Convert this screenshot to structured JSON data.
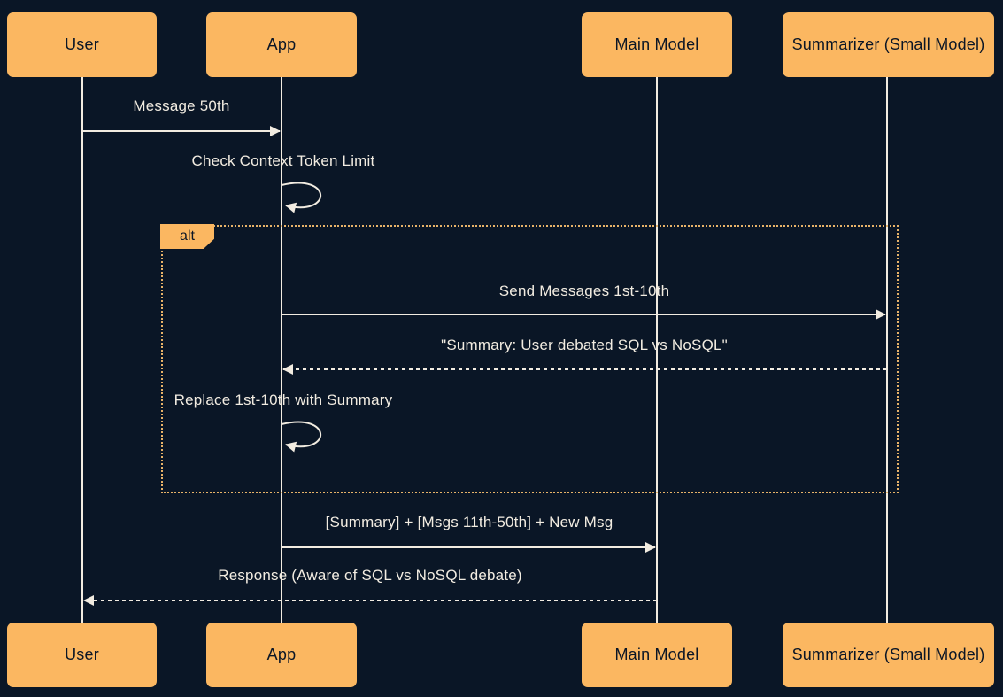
{
  "diagram": {
    "type": "sequence-diagram",
    "colors": {
      "background": "#0A1626",
      "actor_fill": "#FBB761",
      "actor_text": "#0B1626",
      "line": "#F2ECE1",
      "frame_border": "#E7B369"
    },
    "actors": [
      {
        "name": "User"
      },
      {
        "name": "App"
      },
      {
        "name": "Main Model"
      },
      {
        "name": "Summarizer (Small Model)"
      }
    ],
    "alt_frame": {
      "label": "alt"
    },
    "messages": [
      {
        "label": "Message 50th",
        "from": "User",
        "to": "App",
        "style": "solid"
      },
      {
        "label": "Check Context Token Limit",
        "from": "App",
        "to": "App",
        "style": "self"
      },
      {
        "label": "Send Messages 1st-10th",
        "from": "App",
        "to": "Summarizer (Small Model)",
        "style": "solid"
      },
      {
        "label": "\"Summary: User debated SQL vs NoSQL\"",
        "from": "Summarizer (Small Model)",
        "to": "App",
        "style": "dashed"
      },
      {
        "label": "Replace 1st-10th with Summary",
        "from": "App",
        "to": "App",
        "style": "self"
      },
      {
        "label": "[Summary] + [Msgs 11th-50th] + New Msg",
        "from": "App",
        "to": "Main Model",
        "style": "solid"
      },
      {
        "label": "Response (Aware of SQL vs NoSQL debate)",
        "from": "Main Model",
        "to": "User",
        "style": "dashed"
      }
    ]
  }
}
